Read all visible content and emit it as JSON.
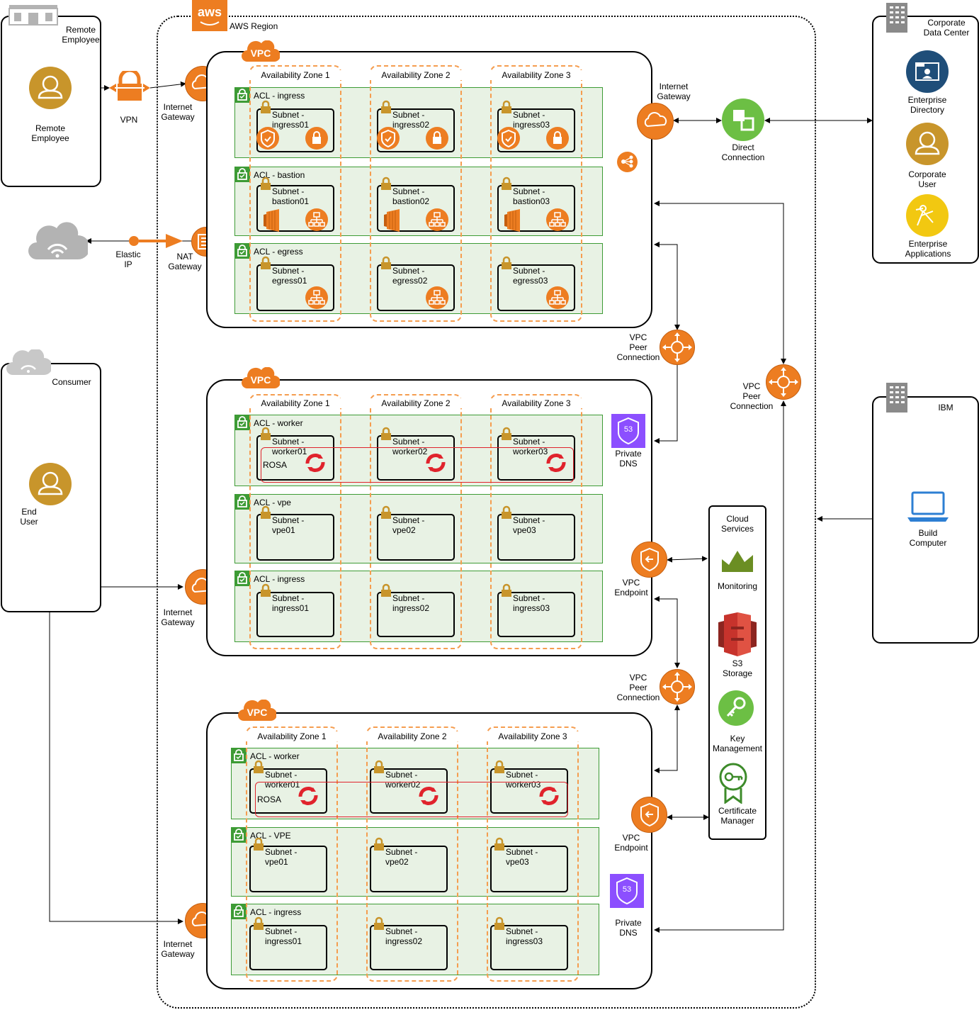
{
  "region": {
    "aws_logo": "aws",
    "label": "AWS Region"
  },
  "vpc_badge": "VPC",
  "az_labels": [
    "Availability Zone 1",
    "Availability Zone 2",
    "Availability Zone 3"
  ],
  "rosa_label": "ROSA",
  "left": {
    "remote_box_label": "Remote\nEmployee",
    "remote_user_label": "Remote\nEmployee",
    "vpn_label": "VPN",
    "elastic_ip_label": "Elastic\nIP",
    "nat_label": "NAT\nGateway",
    "consumer_label": "Consumer",
    "end_user_label": "End\nUser"
  },
  "igw_label": "Internet\nGateway",
  "vpc1": {
    "acls": [
      {
        "name": "ACL - ingress",
        "subnets": [
          "Subnet -\ningress01",
          "Subnet -\ningress02",
          "Subnet -\ningress03"
        ]
      },
      {
        "name": "ACL - bastion",
        "subnets": [
          "Subnet -\nbastion01",
          "Subnet -\nbastion02",
          "Subnet -\nbastion03"
        ]
      },
      {
        "name": "ACL - egress",
        "subnets": [
          "Subnet -\negress01",
          "Subnet -\negress02",
          "Subnet -\negress03"
        ]
      }
    ]
  },
  "vpc2": {
    "acls": [
      {
        "name": "ACL - worker",
        "subnets": [
          "Subnet -\nworker01",
          "Subnet -\nworker02",
          "Subnet -\nworker03"
        ]
      },
      {
        "name": "ACL - vpe",
        "subnets": [
          "Subnet -\nvpe01",
          "Subnet -\nvpe02",
          "Subnet -\nvpe03"
        ]
      },
      {
        "name": "ACL - ingress",
        "subnets": [
          "Subnet -\ningress01",
          "Subnet -\ningress02",
          "Subnet -\ningress03"
        ]
      }
    ]
  },
  "vpc3": {
    "acls": [
      {
        "name": "ACL - worker",
        "subnets": [
          "Subnet -\nworker01",
          "Subnet -\nworker02",
          "Subnet -\nworker03"
        ]
      },
      {
        "name": "ACL - VPE",
        "subnets": [
          "Subnet -\nvpe01",
          "Subnet -\nvpe02",
          "Subnet -\nvpe03"
        ]
      },
      {
        "name": "ACL - ingress",
        "subnets": [
          "Subnet -\ningress01",
          "Subnet -\ningress02",
          "Subnet -\ningress03"
        ]
      }
    ]
  },
  "middle": {
    "igw_right_label": "Internet\nGateway",
    "direct_connection_label": "Direct\nConnection",
    "vpc_peer_label": "VPC\nPeer\nConnection",
    "private_dns_label": "Private\nDNS",
    "vpc_endpoint_label": "VPC\nEndpoint",
    "dns_badge": "53"
  },
  "cloud_services": {
    "title": "Cloud\nServices",
    "monitoring": "Monitoring",
    "s3": "S3\nStorage",
    "key_mgmt": "Key\nManagement",
    "cert_mgr": "Certificate\nManager"
  },
  "corporate": {
    "title": "Corporate\nData Center",
    "enterprise_directory": "Enterprise\nDirectory",
    "corporate_user": "Corporate\nUser",
    "enterprise_apps": "Enterprise\nApplications"
  },
  "ibm": {
    "title": "IBM",
    "build_computer": "Build\nComputer"
  },
  "colors": {
    "orange": "#ed7d21",
    "acl_fill": "#e8f2e4",
    "acl_border": "#3d9b35",
    "az_dash": "#f59d4f",
    "rosa_red": "#e0232c",
    "user_gold": "#c8952b",
    "dns_purple": "#8c4fff",
    "dc_green": "#6cbf44",
    "dir_blue": "#1f4e79",
    "apps_yellow": "#f2c811",
    "cloud_grey": "#b3b3b3",
    "monitor_green": "#6b8e23",
    "s3_red": "#c7332c",
    "key_green": "#6cbf44",
    "cert_green": "#3d8b2a",
    "laptop_blue": "#2d7fd3"
  }
}
